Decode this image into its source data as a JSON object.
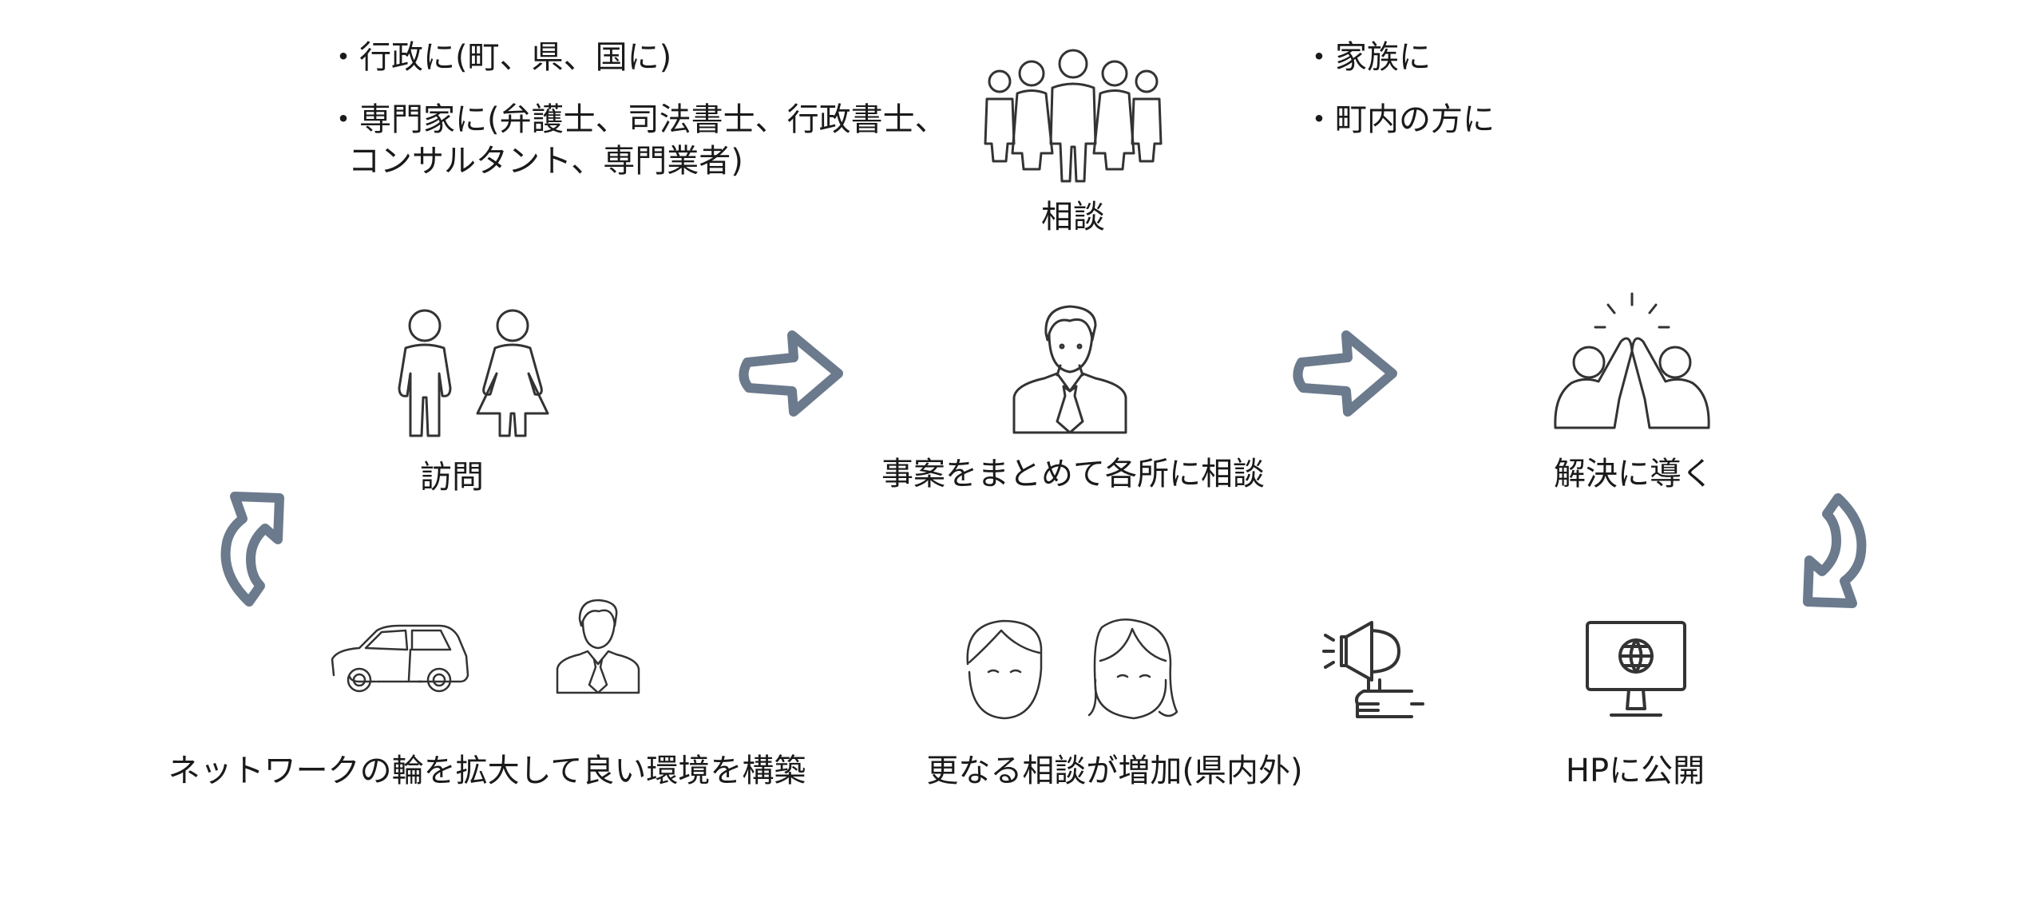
{
  "top": {
    "left_bullets": [
      "行政に(町、県、国に)",
      "専門家に(弁護士、司法書士、行政書士、"
    ],
    "left_bullet_cont": "コンサルタント、専門業者)",
    "right_bullets": [
      "家族に",
      "町内の方に"
    ],
    "center_label": "相談"
  },
  "middle": {
    "visit_label": "訪問",
    "summarize_label": "事案をまとめて各所に相談",
    "resolve_label": "解決に導く"
  },
  "bottom": {
    "network_label": "ネットワークの輪を拡大して良い環境を構築",
    "increase_label": "更なる相談が増加(県内外)",
    "publish_label": "HPに公開"
  },
  "colors": {
    "arrow": "#6b7a8c",
    "icon": "#333333",
    "text": "#1a1a1a"
  },
  "icons": [
    "people-group-icon",
    "two-people-icon",
    "businessman-icon",
    "high-five-icon",
    "car-icon",
    "small-businessman-icon",
    "two-faces-icon",
    "megaphone-icon",
    "monitor-globe-icon",
    "arrow-right-icon",
    "curved-arrow-icon"
  ]
}
